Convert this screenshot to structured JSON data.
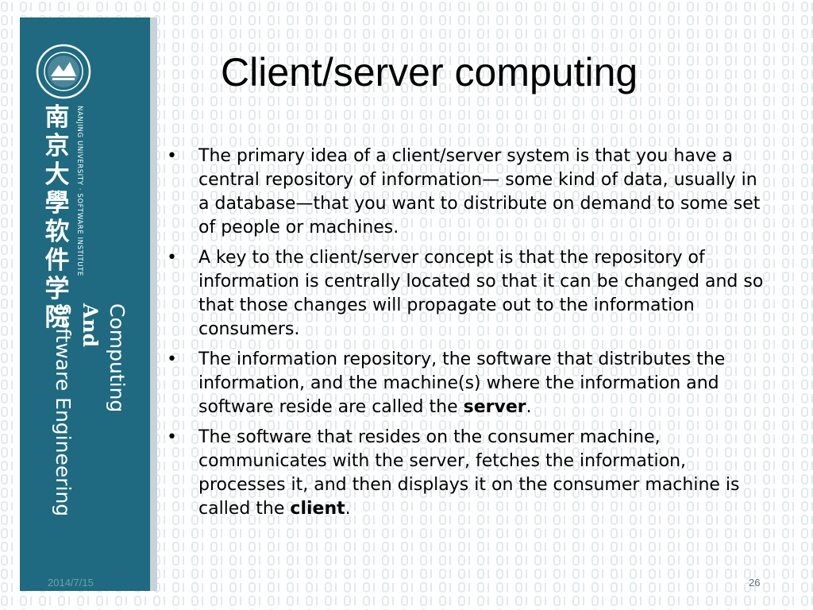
{
  "sidebar": {
    "chinese_lines": [
      "南",
      "京",
      "大",
      "學",
      "软",
      "件",
      "学",
      "院"
    ],
    "english_vertical": "NANJING UNIVERSITY · SOFTWARE INSTITUTE",
    "vertical_title": {
      "line1": "Computing",
      "line2": "And",
      "line3": "Software Engineering"
    }
  },
  "slide": {
    "title": "Client/server computing",
    "bullets": [
      {
        "text": "The primary idea of a client/server system is that you have a central repository of information— some kind of data, usually in a database—that you want to distribute on demand to some set of people or machines."
      },
      {
        "text": "A key to the client/server concept is that the repository of information is centrally located so that it can be changed and so that those changes will propagate out to the information consumers."
      },
      {
        "text": "The information repository, the software that distributes the information, and the machine(s) where the information and software reside are called the ",
        "bold": "server",
        "suffix": "."
      },
      {
        "text": "The software that resides on the consumer machine, communicates with the server, fetches the information, processes it, and then displays it on the consumer machine is called the ",
        "bold": "client",
        "suffix": "."
      }
    ],
    "bullet_symbol": "•"
  },
  "footer": {
    "date": "2014/7/15",
    "page_number": "26"
  },
  "colors": {
    "sidebar": "#1f6a80",
    "pattern": "#e3e8eb",
    "text": "#000000",
    "date": "#6f9fae"
  }
}
